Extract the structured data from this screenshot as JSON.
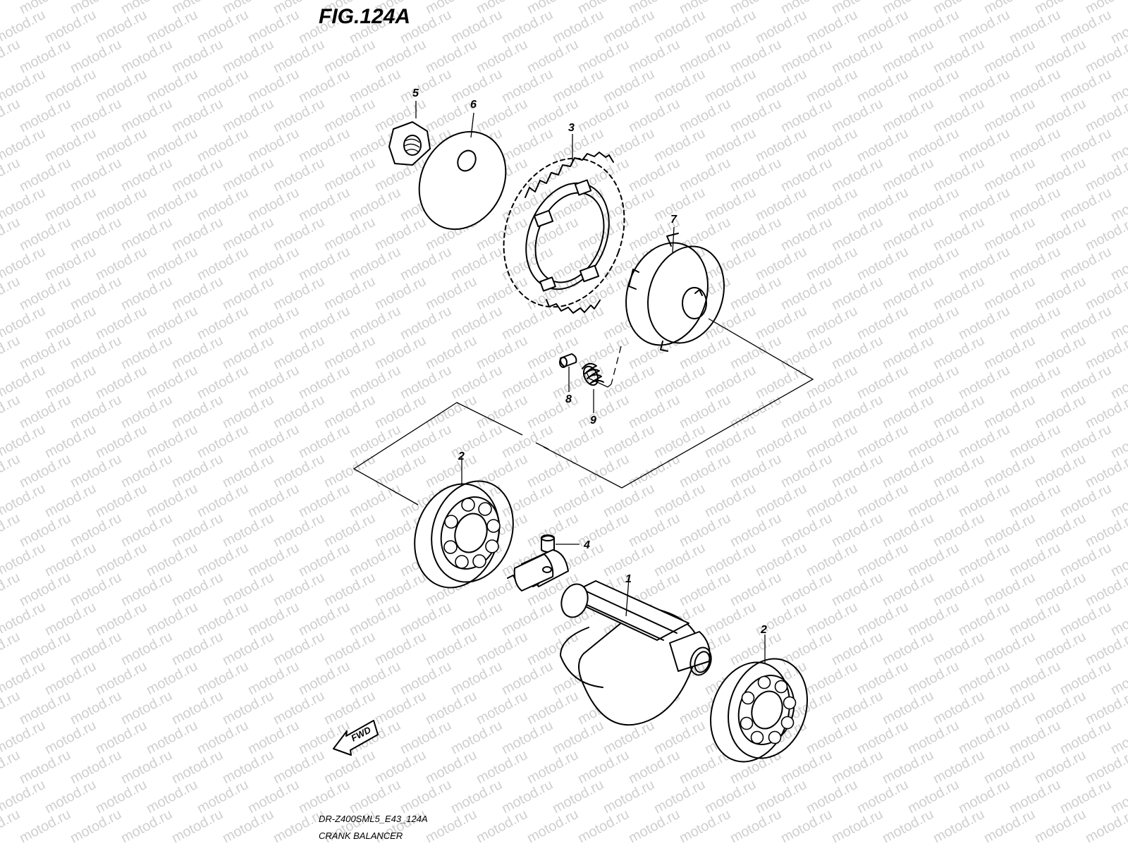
{
  "figure": {
    "title": "FIG.124A",
    "code": "DR-Z400SML5_E43_124A",
    "caption": "CRANK BALANCER",
    "fwd_label": "FWD"
  },
  "watermark": {
    "text": "motod.ru"
  },
  "callouts": [
    {
      "key": "shaft",
      "label": "1"
    },
    {
      "key": "bearing-upper",
      "label": "2"
    },
    {
      "key": "bearing-lower",
      "label": "2"
    },
    {
      "key": "gear",
      "label": "3"
    },
    {
      "key": "key",
      "label": "4"
    },
    {
      "key": "nut",
      "label": "5"
    },
    {
      "key": "washer",
      "label": "6"
    },
    {
      "key": "hub",
      "label": "7"
    },
    {
      "key": "pin",
      "label": "8"
    },
    {
      "key": "spring",
      "label": "9"
    }
  ]
}
